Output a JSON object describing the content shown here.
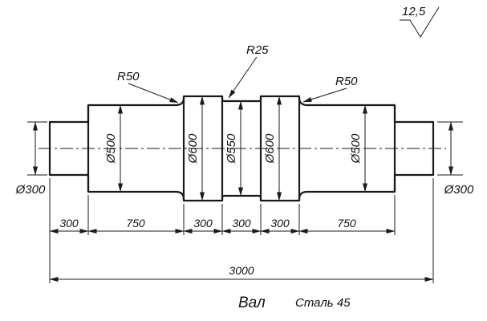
{
  "drawing": {
    "roughness": "12,5",
    "radii": {
      "left": "R50",
      "middle": "R25",
      "right": "R50"
    },
    "diameters": {
      "left_end": "Ø300",
      "right_end": "Ø300",
      "sections": [
        "Ø500",
        "Ø600",
        "Ø550",
        "Ø600",
        "Ø500"
      ]
    },
    "lengths": {
      "segments": [
        "300",
        "750",
        "300",
        "300",
        "300",
        "750"
      ],
      "total": "3000"
    },
    "title": {
      "name": "Вал",
      "material": "Сталь 45"
    },
    "line_color": "#1a1a1a",
    "background_color": "#ffffff"
  }
}
